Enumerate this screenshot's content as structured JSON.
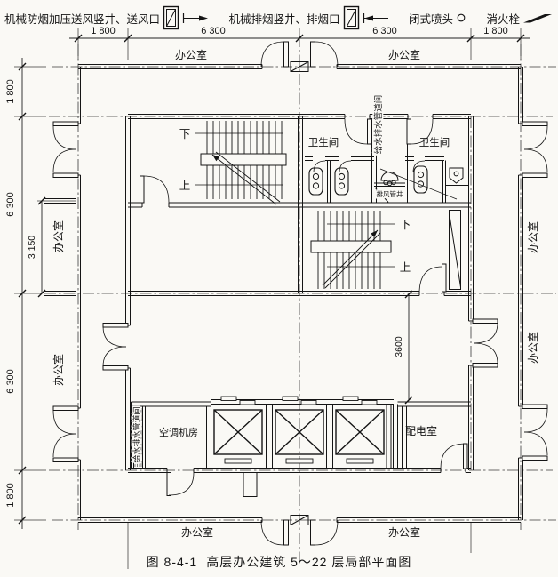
{
  "legend": {
    "items": [
      {
        "label": "机械防烟加压送风竖井、送风口",
        "icon": "supply-shaft-icon"
      },
      {
        "label": "机械排烟竖井、排烟口",
        "icon": "exhaust-shaft-icon"
      },
      {
        "label": "闭式喷头",
        "icon": "closed-sprinkler-icon"
      },
      {
        "label": "消火栓",
        "icon": "fire-hydrant-icon"
      }
    ]
  },
  "dims": {
    "top": [
      "1 800",
      "6 300",
      "6 300",
      "1 800"
    ],
    "left": [
      "1 800",
      "6 300",
      "6 300",
      "1 800"
    ],
    "left_inner": "3 150",
    "lobby_width": "3600"
  },
  "rooms": {
    "office": "办公室",
    "toilet": "卫生间",
    "pipe_duct_room": "给水排水管道间",
    "exhaust_duct_shaft": "排风管井",
    "hvac_room": "空调机房",
    "electrical_room": "配电室"
  },
  "stairs": {
    "up": "上",
    "down": "下"
  },
  "caption": {
    "figure_no": "图 8-4-1",
    "title": "高层办公建筑 5～22 层局部平面图"
  }
}
